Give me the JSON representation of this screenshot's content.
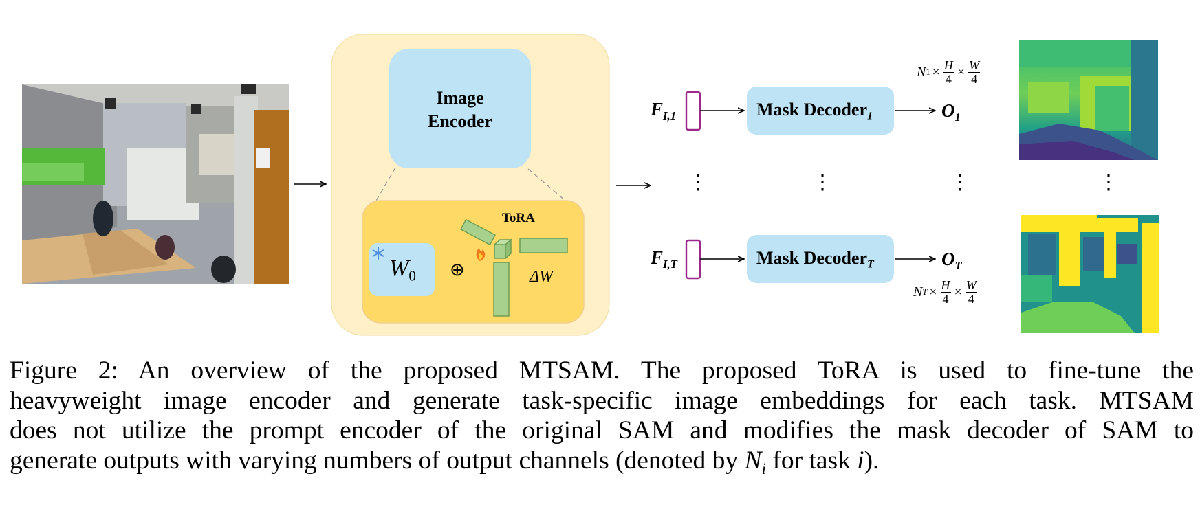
{
  "figure": {
    "encoder_label": "Image Encoder",
    "encoder_line1": "Image",
    "encoder_line2": "Encoder",
    "tora_label": "ToRA",
    "w0_label": "W",
    "w0_sub": "0",
    "oplus": "⊕",
    "delta_w": "ΔW",
    "feature_top": "F",
    "feature_top_sub": "I,1",
    "feature_bottom": "F",
    "feature_bottom_sub": "I,T",
    "decoder_top": "Mask Decoder",
    "decoder_top_sub": "1",
    "decoder_bottom": "Mask Decoder",
    "decoder_bottom_sub": "T",
    "output_top": "O",
    "output_top_sub": "1",
    "output_bottom": "O",
    "output_bottom_sub": "T",
    "dim_top_n": "N",
    "dim_top_n_sub": "1",
    "dim_bottom_n": "N",
    "dim_bottom_n_sub": "T",
    "dim_h": "H",
    "dim_w": "W",
    "dim_den": "4",
    "dim_times": "×",
    "vdots": "⋮",
    "colors": {
      "outer_panel": "#fff0c8",
      "inner_panel": "#ffd966",
      "encoder_box": "#bde3f5",
      "adapter_green": "#a9d18e",
      "adapter_stroke": "#6f9e52",
      "feature_stroke": "#9b2a8a",
      "frozen_icon": "#4f8fe0",
      "fire_icon": "#f07a1e"
    }
  },
  "caption": {
    "line1": "Figure 2: An overview of the proposed MTSAM. The proposed ToRA is used to fine-tune the",
    "line2": "heavyweight image encoder and generate task-specific image embeddings for each task. MTSAM",
    "line3": "does not utilize the prompt encoder of the original SAM and modifies the mask decoder of SAM to",
    "line4_a": "generate outputs with varying numbers of output channels (denoted by ",
    "line4_n": "N",
    "line4_nsub": "i",
    "line4_b": " for task ",
    "line4_i": "i",
    "line4_c": ")."
  }
}
